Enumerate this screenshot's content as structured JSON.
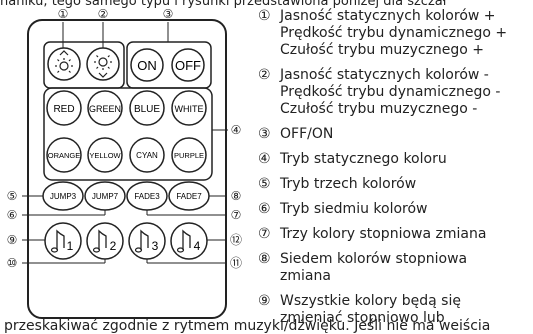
{
  "header_fragment": "naniku, tego samego typu i rysunki przedstawiona poniżej dla szczał",
  "footer_fragment": "przeskakiwać zgodnie z rytmem muzyki/dźwięku. Jeśli nie ma weiścia",
  "callouts": [
    "①",
    "②",
    "③",
    "④",
    "⑤",
    "⑥",
    "⑦",
    "⑧",
    "⑨",
    "⑩",
    "⑪",
    "⑫"
  ],
  "buttons": {
    "on": "ON",
    "off": "OFF",
    "red": "RED",
    "green": "GREEN",
    "blue": "BLUE",
    "white": "WHITE",
    "orange": "ORANGE",
    "yellow": "YELLOW",
    "cyan": "CYAN",
    "purple": "PURPLE",
    "jump3": "JUMP3",
    "jump7": "JUMP7",
    "fade3": "FADE3",
    "fade7": "FADE7",
    "music1": "1",
    "music2": "2",
    "music3": "3",
    "music4": "4"
  },
  "legend": [
    {
      "num": "①",
      "lines": [
        "Jasność statycznych kolorów +",
        "Prędkość trybu dynamicznego +",
        "Czułość trybu muzycznego +"
      ]
    },
    {
      "num": "②",
      "lines": [
        "Jasność statycznych kolorów -",
        "Prędkość trybu dynamicznego -",
        "Czułość trybu muzycznego -"
      ]
    },
    {
      "num": "③",
      "lines": [
        "OFF/ON"
      ]
    },
    {
      "num": "④",
      "lines": [
        "Tryb statycznego koloru"
      ]
    },
    {
      "num": "⑤",
      "lines": [
        "Tryb trzech kolorów"
      ]
    },
    {
      "num": "⑥",
      "lines": [
        "Tryb siedmiu kolorów"
      ]
    },
    {
      "num": "⑦",
      "lines": [
        "Trzy kolory stopniowa zmiana"
      ]
    },
    {
      "num": "⑧",
      "lines": [
        "Siedem kolorów stopniowa",
        "zmiana"
      ]
    },
    {
      "num": "⑨",
      "lines": [
        "Wszystkie kolory będą się",
        "zmieniać stopniowo lub"
      ]
    }
  ]
}
